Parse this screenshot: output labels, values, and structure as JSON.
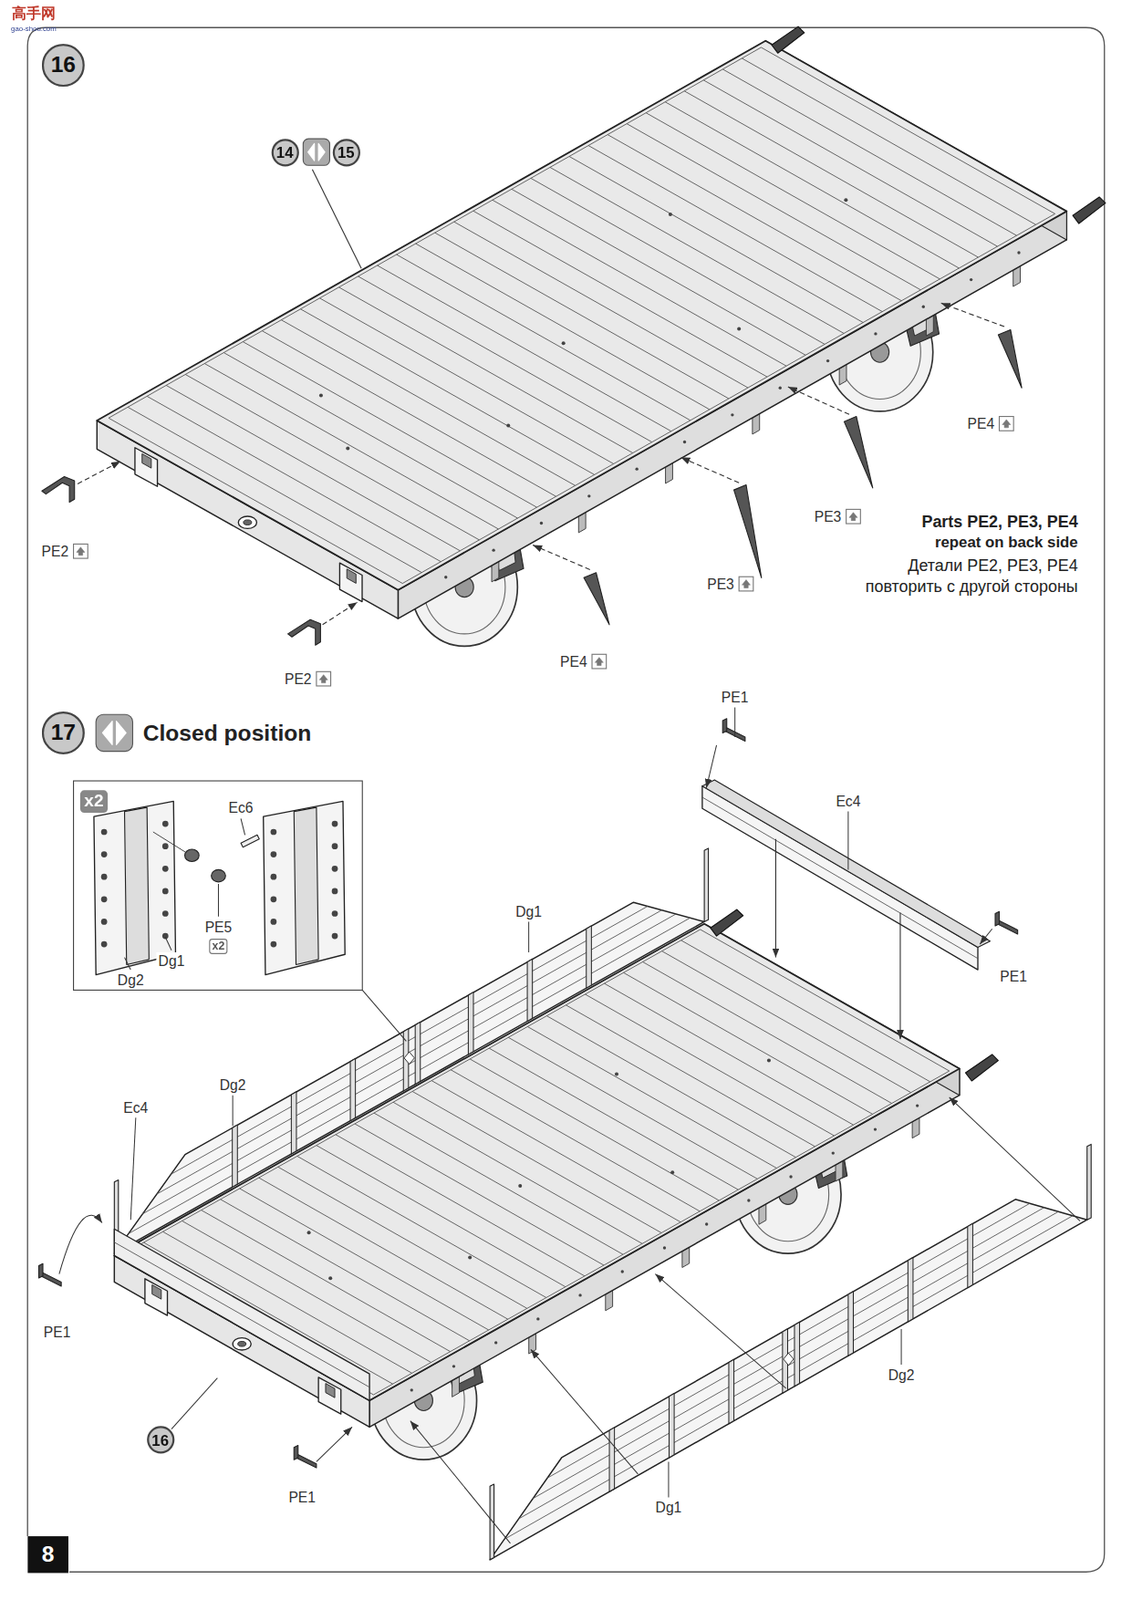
{
  "diagram": {
    "nodes": [
      {
        "text": [
          "16"
        ]
      },
      {
        "text": [
          "14"
        ]
      },
      {
        "text": [
          "15"
        ]
      },
      {
        "text": [
          "17"
        ]
      },
      {
        "text": [
          "16"
        ]
      },
      {
        "text": [
          "8"
        ]
      }
    ],
    "labels": [
      "高手网",
      "gao-shou.com",
      "PE2",
      "PE2",
      "PE4",
      "PE3",
      "PE3",
      "PE4",
      "Parts PE2, PE3, PE4",
      "repeat on back side",
      "Детали PE2, PE3, PE4",
      "повторить с другой стороны",
      "Closed position",
      "PE1",
      "Ec4",
      "PE1",
      "Dg1",
      "x2",
      "Ec6",
      "PE5",
      "x2",
      "Dg2",
      "Dg1",
      "Dg2",
      "Ec4",
      "PE1",
      "PE1",
      "Dg2",
      "Dg1"
    ]
  }
}
